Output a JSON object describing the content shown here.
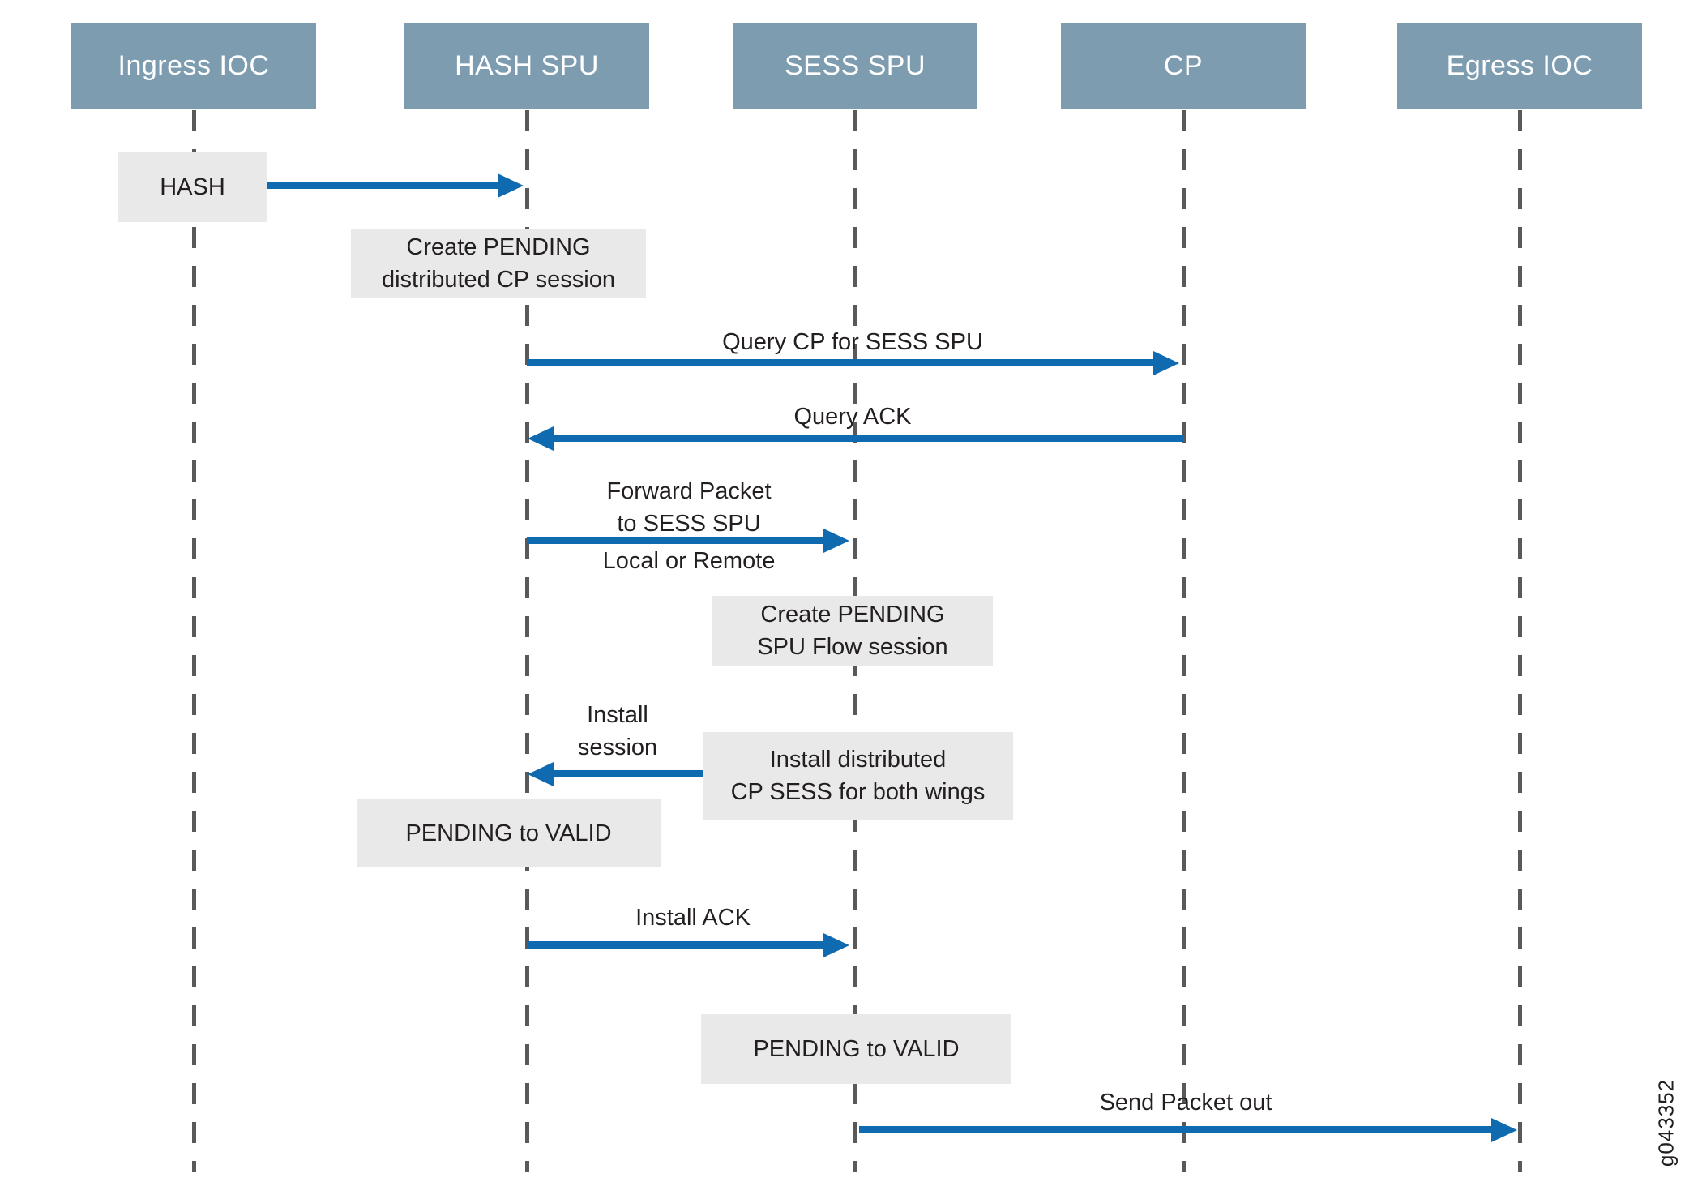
{
  "diagram": {
    "figure_id": "g043352",
    "colors": {
      "actor_fill": "#7e9cb0",
      "actor_text": "#ffffff",
      "note_fill": "#e9e9e9",
      "arrow_blue": "#0f6ab0",
      "lifeline_gray": "#58595b",
      "text": "#231f20"
    },
    "actors": [
      {
        "label": "Ingress IOC"
      },
      {
        "label": "HASH SPU"
      },
      {
        "label": "SESS SPU"
      },
      {
        "label": "CP"
      },
      {
        "label": "Egress IOC"
      }
    ],
    "messages": {
      "hash": {
        "label": "HASH",
        "from": "Ingress IOC",
        "to": "HASH SPU"
      },
      "query_cp": {
        "label": "Query CP for SESS SPU",
        "from": "HASH SPU",
        "to": "CP"
      },
      "query_ack": {
        "label": "Query ACK",
        "from": "CP",
        "to": "HASH SPU"
      },
      "forward_packet": {
        "line1": "Forward Packet",
        "line2": "to SESS SPU",
        "sublabel": "Local or Remote",
        "from": "HASH SPU",
        "to": "SESS SPU"
      },
      "install_session": {
        "line1": "Install",
        "line2": "session",
        "from": "SESS SPU",
        "to": "HASH SPU"
      },
      "install_ack": {
        "label": "Install ACK",
        "from": "HASH SPU",
        "to": "SESS SPU"
      },
      "send_packet_out": {
        "label": "Send Packet out",
        "from": "SESS SPU",
        "to": "Egress IOC"
      }
    },
    "notes": {
      "create_pending_cp": {
        "line1": "Create PENDING",
        "line2": "distributed CP session",
        "at": "HASH SPU"
      },
      "create_pending_spu": {
        "line1": "Create PENDING",
        "line2": "SPU Flow session",
        "at": "SESS SPU"
      },
      "install_distributed": {
        "line1": "Install distributed",
        "line2": "CP SESS for both wings",
        "at": "SESS SPU"
      },
      "pending_to_valid_hash": {
        "label": "PENDING to VALID",
        "at": "HASH SPU"
      },
      "pending_to_valid_sess": {
        "label": "PENDING to VALID",
        "at": "SESS SPU"
      }
    }
  }
}
